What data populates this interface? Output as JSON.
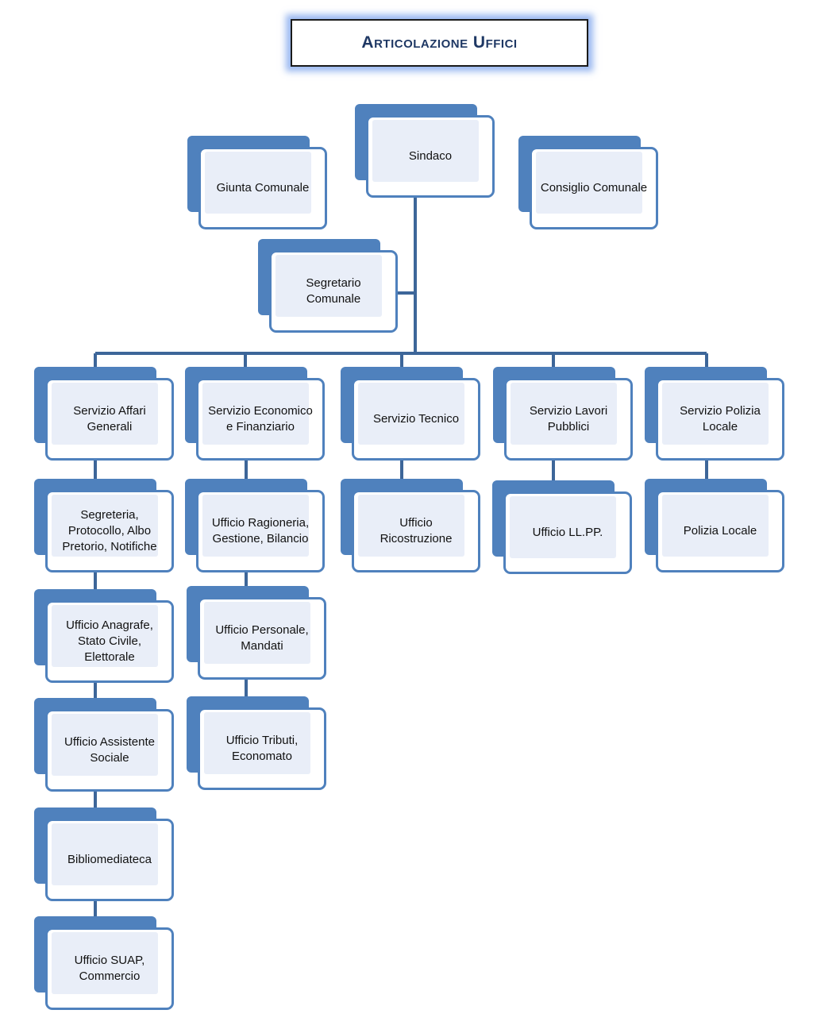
{
  "title": "Articolazione Uffici",
  "colors": {
    "box_accent": "#4f81bd",
    "box_inner": "#e9eef8",
    "connector": "#3d6699",
    "title_text": "#1f3864"
  },
  "nodes": {
    "sindaco": "Sindaco",
    "giunta": "Giunta Comunale",
    "consiglio": "Consiglio Comunale",
    "segretario": "Segretario\nComunale",
    "affari_generali": "Servizio Affari\nGenerali",
    "economico": "Servizio Economico\ne Finanziario",
    "tecnico": "Servizio Tecnico",
    "lavori_pubblici": "Servizio Lavori\nPubblici",
    "polizia": "Servizio Polizia\nLocale",
    "segreteria": "Segreteria,\nProtocollo, Albo\nPretorio, Notifiche",
    "anagrafe": "Ufficio Anagrafe,\nStato Civile,\nElettorale",
    "assistente_sociale": "Ufficio Assistente\nSociale",
    "bibliomediateca": "Bibliomediateca",
    "suap": "Ufficio SUAP,\nCommercio",
    "ragioneria": "Ufficio Ragioneria,\nGestione, Bilancio",
    "personale": "Ufficio Personale,\nMandati",
    "tributi": "Ufficio Tributi,\nEconomato",
    "ricostruzione": "Ufficio\nRicostruzione",
    "llpp": "Ufficio LL.PP.",
    "polizia_locale": "Polizia Locale"
  }
}
